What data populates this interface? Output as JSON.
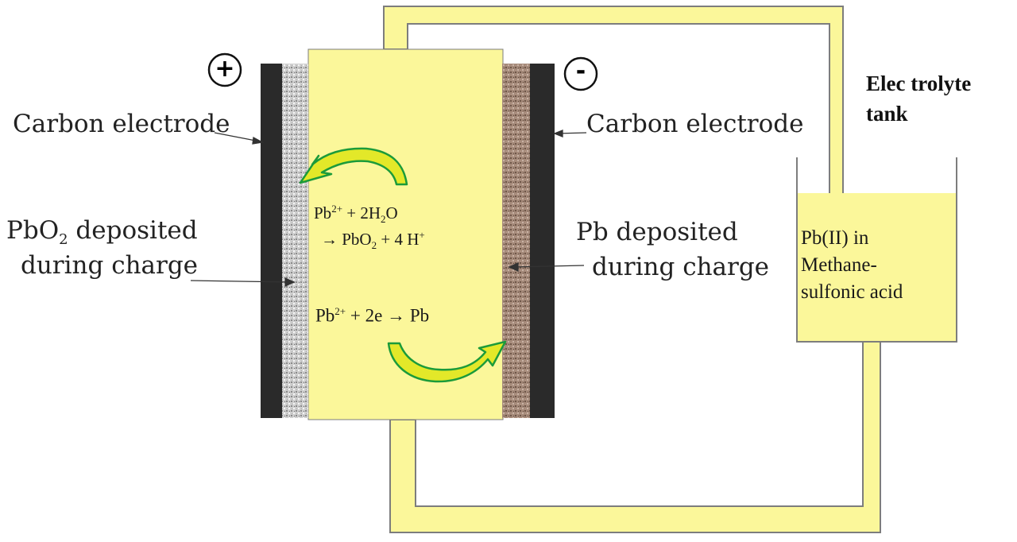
{
  "terminals": {
    "positive": "+",
    "negative": "-"
  },
  "labels": {
    "left_electrode": "Carbon electrode",
    "right_electrode": "Carbon electrode",
    "pbo2_line1": "PbO",
    "pbo2_sub": "2",
    "pbo2_line1_rest": " deposited",
    "pbo2_line2": "during charge",
    "pb_line1": "Pb deposited",
    "pb_line2": "during charge"
  },
  "reactions": {
    "positive": {
      "line1_a": "Pb",
      "line1_sup": "2+",
      "line1_b": " + 2H",
      "line1_sub": "2",
      "line1_c": "O",
      "line2_a": "→  PbO",
      "line2_sub": "2",
      "line2_b": " + 4 H",
      "line2_sup": "+"
    },
    "negative": {
      "a": "Pb",
      "sup": "2+",
      "b": " + 2e → Pb"
    }
  },
  "tank": {
    "title_line1": "Elec trolyte",
    "title_line2": "tank",
    "contents_line1": "Pb(II) in",
    "contents_line2": "Methane-",
    "contents_line3": "sulfonic acid"
  },
  "colors": {
    "electrolyte": "#fbf79a",
    "electrode": "#2a2a2a",
    "pbo2_layer": "#c8c8c8",
    "pb_layer": "#9e8576",
    "arrow_fill": "#e3e829",
    "arrow_outline": "#1b9b3a"
  }
}
